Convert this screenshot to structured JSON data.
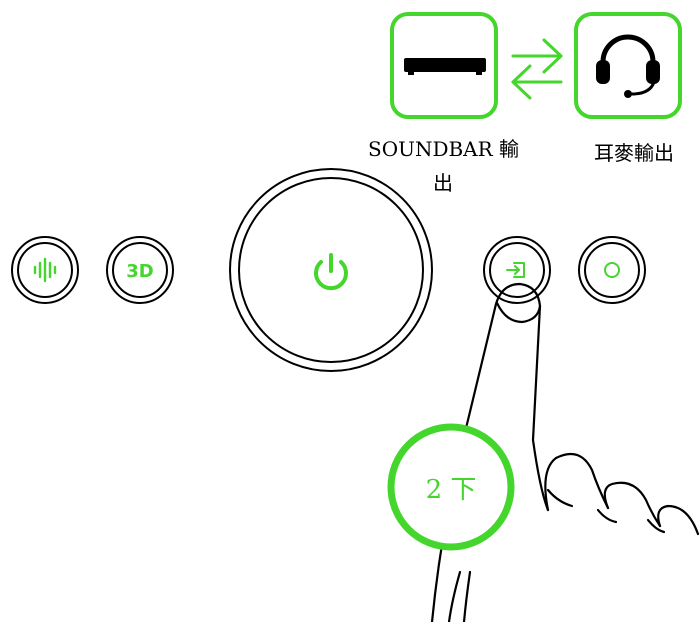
{
  "outputs": {
    "soundbar": {
      "icon": "soundbar-icon",
      "label_line1": "SOUNDBAR 輸",
      "label_line2": "出"
    },
    "headphone": {
      "icon": "headset-icon",
      "label": "耳麥輸出"
    },
    "switch_icon": "swap-arrows-icon"
  },
  "control_panel": {
    "buttons": [
      {
        "id": "sound-mode",
        "icon": "sound-wave-icon"
      },
      {
        "id": "3d",
        "label": "3D"
      },
      {
        "id": "power",
        "icon": "power-icon"
      },
      {
        "id": "input",
        "icon": "input-icon"
      },
      {
        "id": "bluetooth",
        "icon": "circle-icon"
      }
    ]
  },
  "instruction": {
    "press_count_label": "2 下",
    "gesture_icon": "pointing-hand-icon"
  },
  "colors": {
    "accent": "#44d62c",
    "outline": "#000000",
    "background": "#ffffff"
  }
}
